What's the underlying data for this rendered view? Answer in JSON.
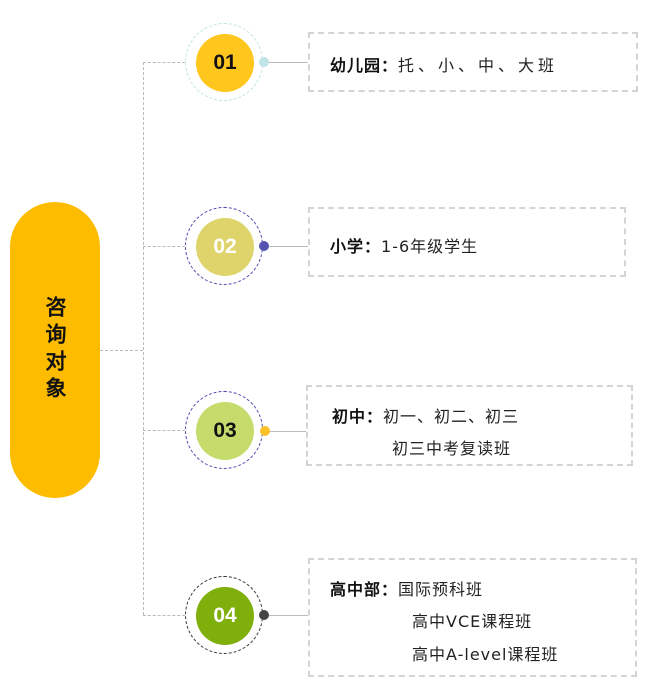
{
  "center_label": "咨询对象",
  "items": [
    {
      "number": "01",
      "title": "幼儿园：",
      "lines": [
        "托、小、中、大班"
      ],
      "inner_color": "#FFC61E",
      "ring_color": "#bfe3e6",
      "dot_color": "#bfe3e6",
      "number_color": "#111111"
    },
    {
      "number": "02",
      "title": "小学：",
      "lines": [
        "1-6年级学生"
      ],
      "inner_color": "#DFD46C",
      "ring_color": "#4a48b0",
      "dot_color": "#5552b0",
      "number_color": "#ffffff"
    },
    {
      "number": "03",
      "title": "初中：",
      "lines": [
        "初一、初二、初三",
        "初三中考复读班"
      ],
      "inner_color": "#C5DC6D",
      "ring_color": "#4a48b0",
      "dot_color": "#FDC128",
      "number_color": "#111111"
    },
    {
      "number": "04",
      "title": "高中部：",
      "lines": [
        "国际预科班",
        "高中VCE课程班",
        "高中A-level课程班"
      ],
      "inner_color": "#7FAF0A",
      "ring_color": "#333333",
      "dot_color": "#444444",
      "number_color": "#ffffff"
    }
  ]
}
